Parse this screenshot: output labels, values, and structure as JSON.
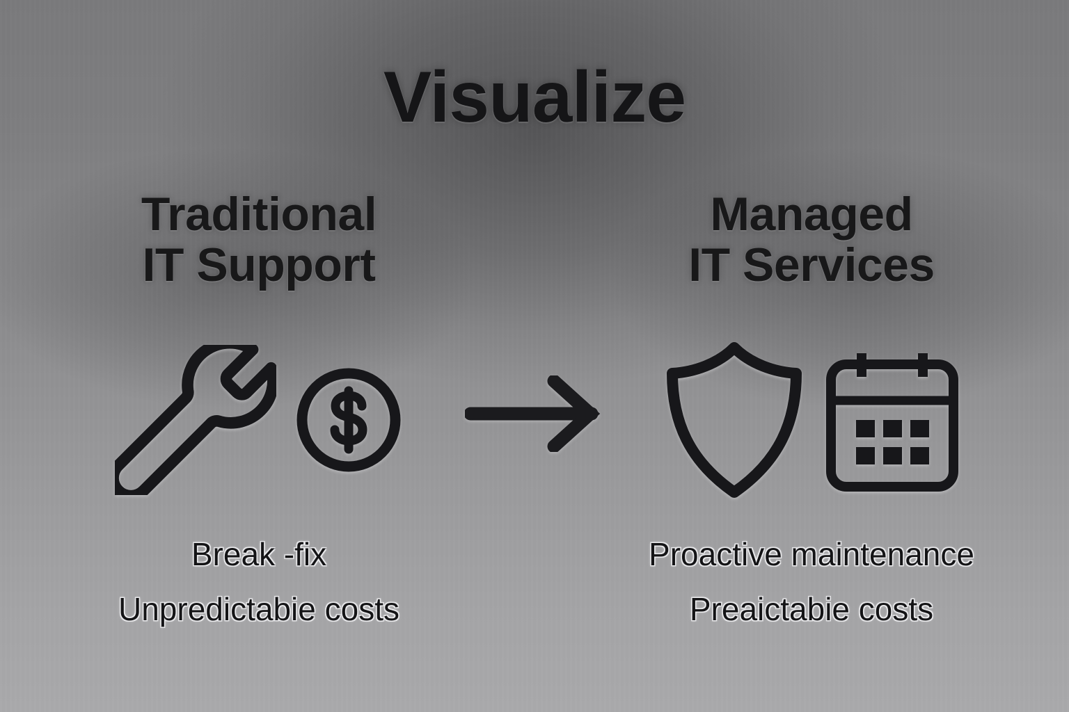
{
  "title": "Visualize",
  "columns": [
    {
      "id": "traditional",
      "heading_line1": "Traditional",
      "heading_line2": "IT Support",
      "icons": [
        "wrench-icon",
        "dollar-coin-icon"
      ],
      "caption_line1": "Break -fix",
      "caption_line2": "Unpredictabie costs"
    },
    {
      "id": "managed",
      "heading_line1": "Managed",
      "heading_line2": "IT Services",
      "icons": [
        "shield-icon",
        "calendar-icon"
      ],
      "caption_line1": "Proactive maintenance",
      "caption_line2": "Preaictabie costs"
    }
  ],
  "connector": {
    "icon": "arrow-right-icon",
    "direction": "right"
  },
  "colors": {
    "ink": "#151517",
    "background_top": "#7a7a7c",
    "background_bottom": "#a9a9ab",
    "caption_glow": "#f0f0f2"
  }
}
